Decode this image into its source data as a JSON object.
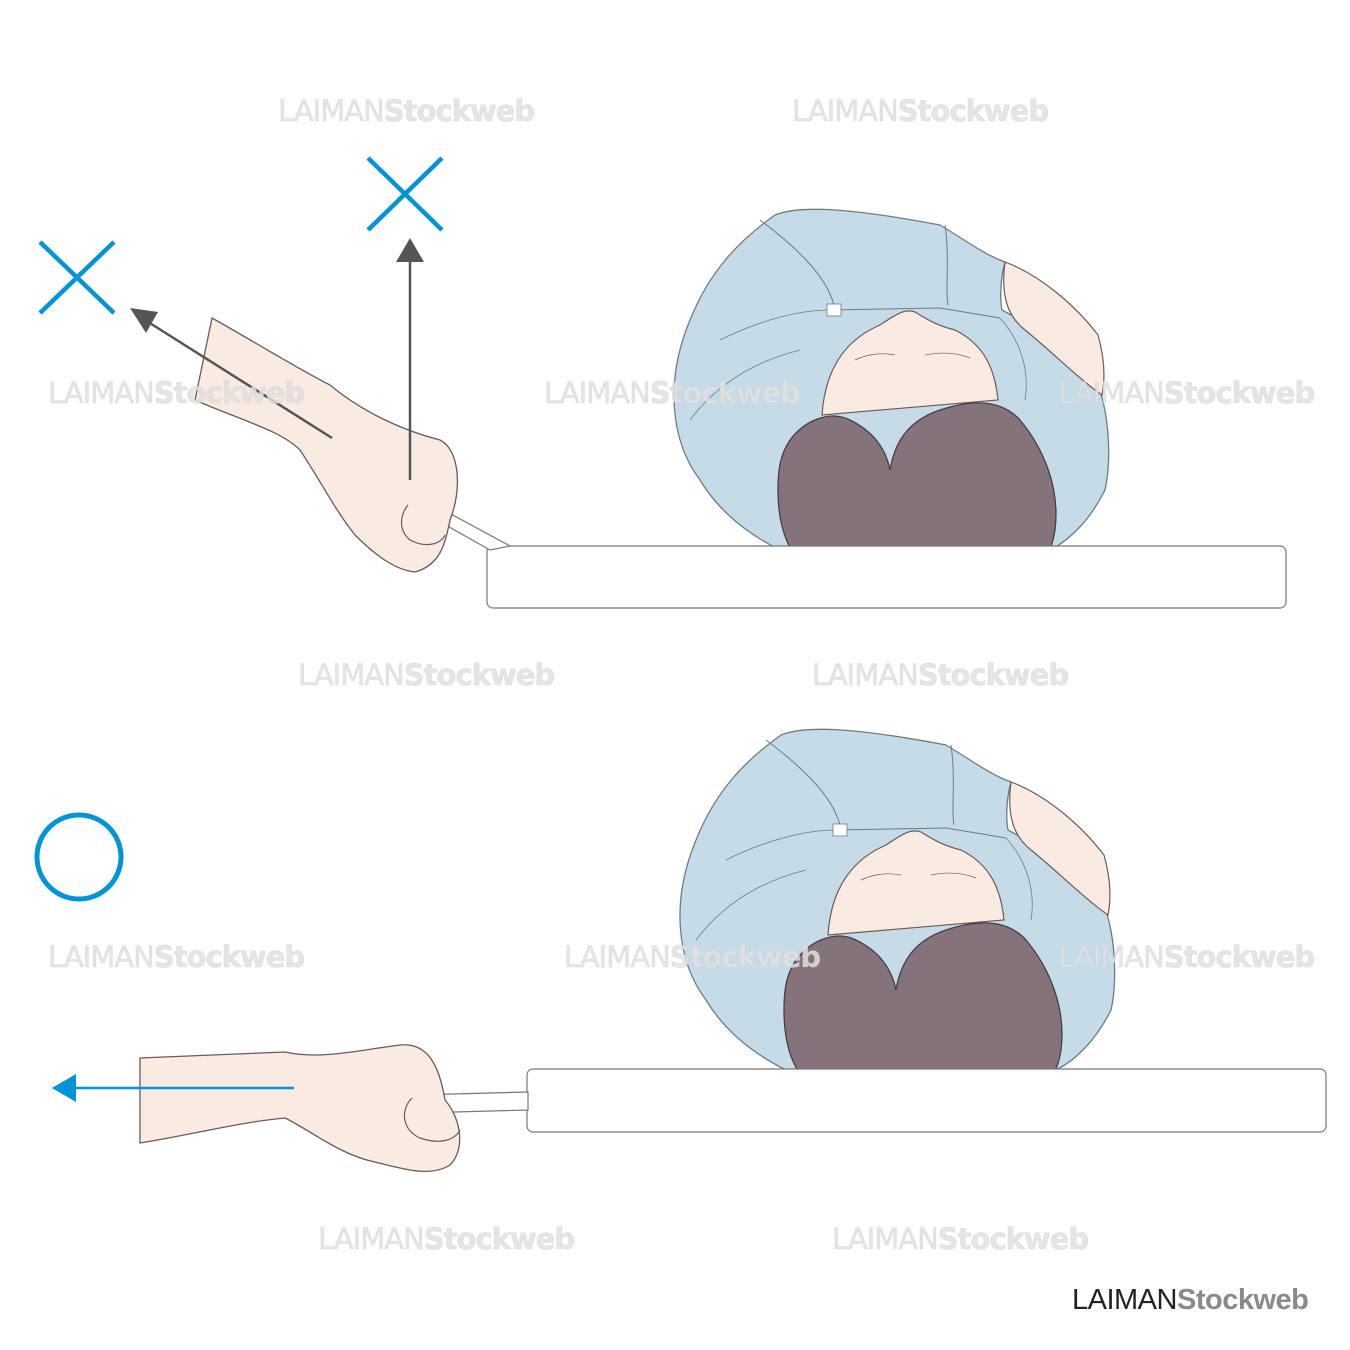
{
  "watermark": {
    "part1": "LAIMAN",
    "part2": "Stockweb"
  },
  "logo": {
    "part1": "LAIMAN",
    "part2": "Stockweb"
  },
  "marks": {
    "wrong_1": "cross-mark",
    "wrong_2": "cross-mark",
    "correct": "circle-mark"
  },
  "colors": {
    "mark_blue": "#0095d9",
    "arrow_gray": "#555555",
    "shirt": "#c5dce8",
    "skin": "#f9ebe2",
    "hair": "#85737b",
    "outline": "#6b5a58"
  }
}
